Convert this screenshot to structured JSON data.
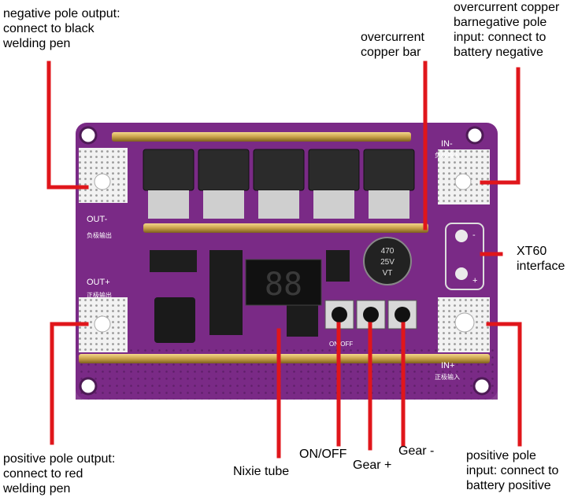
{
  "labels": {
    "neg_out": [
      "negative pole output:",
      "connect to black",
      "welding pen"
    ],
    "overcurrent_bar": [
      "overcurrent",
      "copper bar"
    ],
    "neg_in": [
      "overcurrent copper",
      "barnegative pole",
      "input: connect to",
      "battery negative"
    ],
    "xt60": [
      "XT60",
      "interface"
    ],
    "pos_out": [
      "positive pole output:",
      "connect to red",
      "welding pen"
    ],
    "nixie": "Nixie tube",
    "onoff": "ON/OFF",
    "gear_plus": "Gear +",
    "gear_minus": "Gear -",
    "pos_in": [
      "positive pole",
      "input: connect to",
      "battery positive"
    ]
  },
  "board": {
    "silkscreen": {
      "in_minus": "IN-",
      "in_minus_cn": "负极输入",
      "in_plus": "IN+",
      "in_plus_cn": "正极输入",
      "out_minus": "OUT-",
      "out_minus_cn": "负极输出",
      "out_plus": "OUT+",
      "out_plus_cn": "正极输出",
      "onoff": "ON/OFF",
      "xt60_minus": "-",
      "xt60_plus": "+"
    },
    "display": "88",
    "capacitor": [
      "470",
      "25V",
      "VT"
    ]
  },
  "colors": {
    "pcb": "#7a2a86",
    "pcb_dark": "#5c1e66",
    "leader": "#e0161b",
    "copper": "#c9a24a",
    "pad": "#f2f2f2"
  }
}
